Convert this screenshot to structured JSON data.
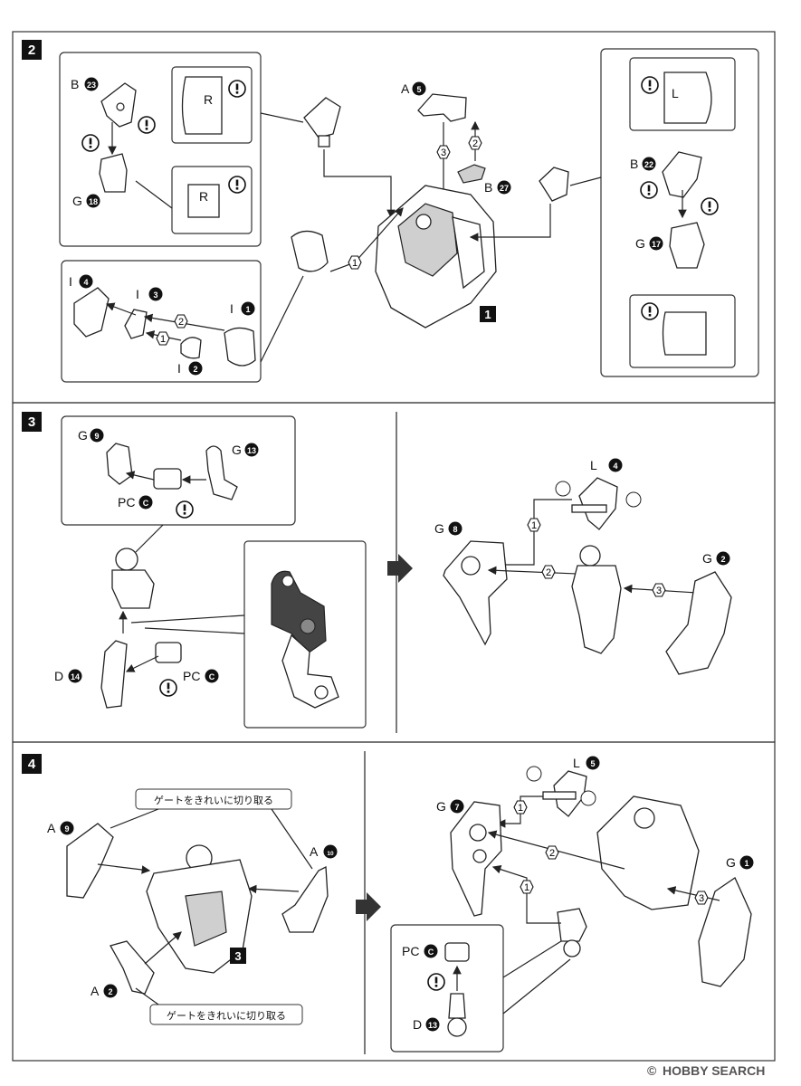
{
  "steps": [
    {
      "number": "2",
      "labels": {
        "b23": "B",
        "b23_num": "23",
        "g18": "G",
        "g18_num": "18",
        "a5": "A",
        "a5_num": "5",
        "b27": "B",
        "b27_num": "27",
        "b22": "B",
        "b22_num": "22",
        "g17": "G",
        "g17_num": "17",
        "i4": "I",
        "i4_num": "4",
        "i3": "I",
        "i3_num": "3",
        "i1": "I",
        "i1_num": "1",
        "i2": "I",
        "i2_num": "2",
        "sub_assembly": "1"
      },
      "order": {
        "o1": "1",
        "o2": "2",
        "o3": "3",
        "o1b": "1",
        "o2b": "2"
      },
      "marks": {
        "r1": "R",
        "r2": "R",
        "l1": "L"
      }
    },
    {
      "number": "3",
      "labels": {
        "g9": "G",
        "g9_num": "9",
        "g13": "G",
        "g13_num": "13",
        "pc1": "PC",
        "pc1_num": "C",
        "d14": "D",
        "d14_num": "14",
        "pc2": "PC",
        "pc2_num": "C",
        "l4": "L",
        "l4_num": "4",
        "g8": "G",
        "g8_num": "8",
        "g2": "G",
        "g2_num": "2"
      },
      "order": {
        "o1": "1",
        "o2": "2",
        "o3": "3"
      }
    },
    {
      "number": "4",
      "labels": {
        "a9": "A",
        "a9_num": "9",
        "a10": "A",
        "a10_num": "10",
        "a2": "A",
        "a2_num": "2",
        "sub_assembly": "3",
        "l5": "L",
        "l5_num": "5",
        "g7": "G",
        "g7_num": "7",
        "g1": "G",
        "g1_num": "1",
        "pc": "PC",
        "pc_num": "C",
        "d13": "D",
        "d13_num": "13"
      },
      "gate_note_top": "ゲートをきれいに切り取る",
      "gate_note_bottom": "ゲートをきれいに切り取る",
      "order": {
        "o1a": "1",
        "o1b": "1",
        "o2": "2",
        "o3": "3"
      }
    }
  ],
  "caution_symbol": "!",
  "watermark": {
    "brand": "HOBBY SEARCH",
    "copyright": "©"
  }
}
